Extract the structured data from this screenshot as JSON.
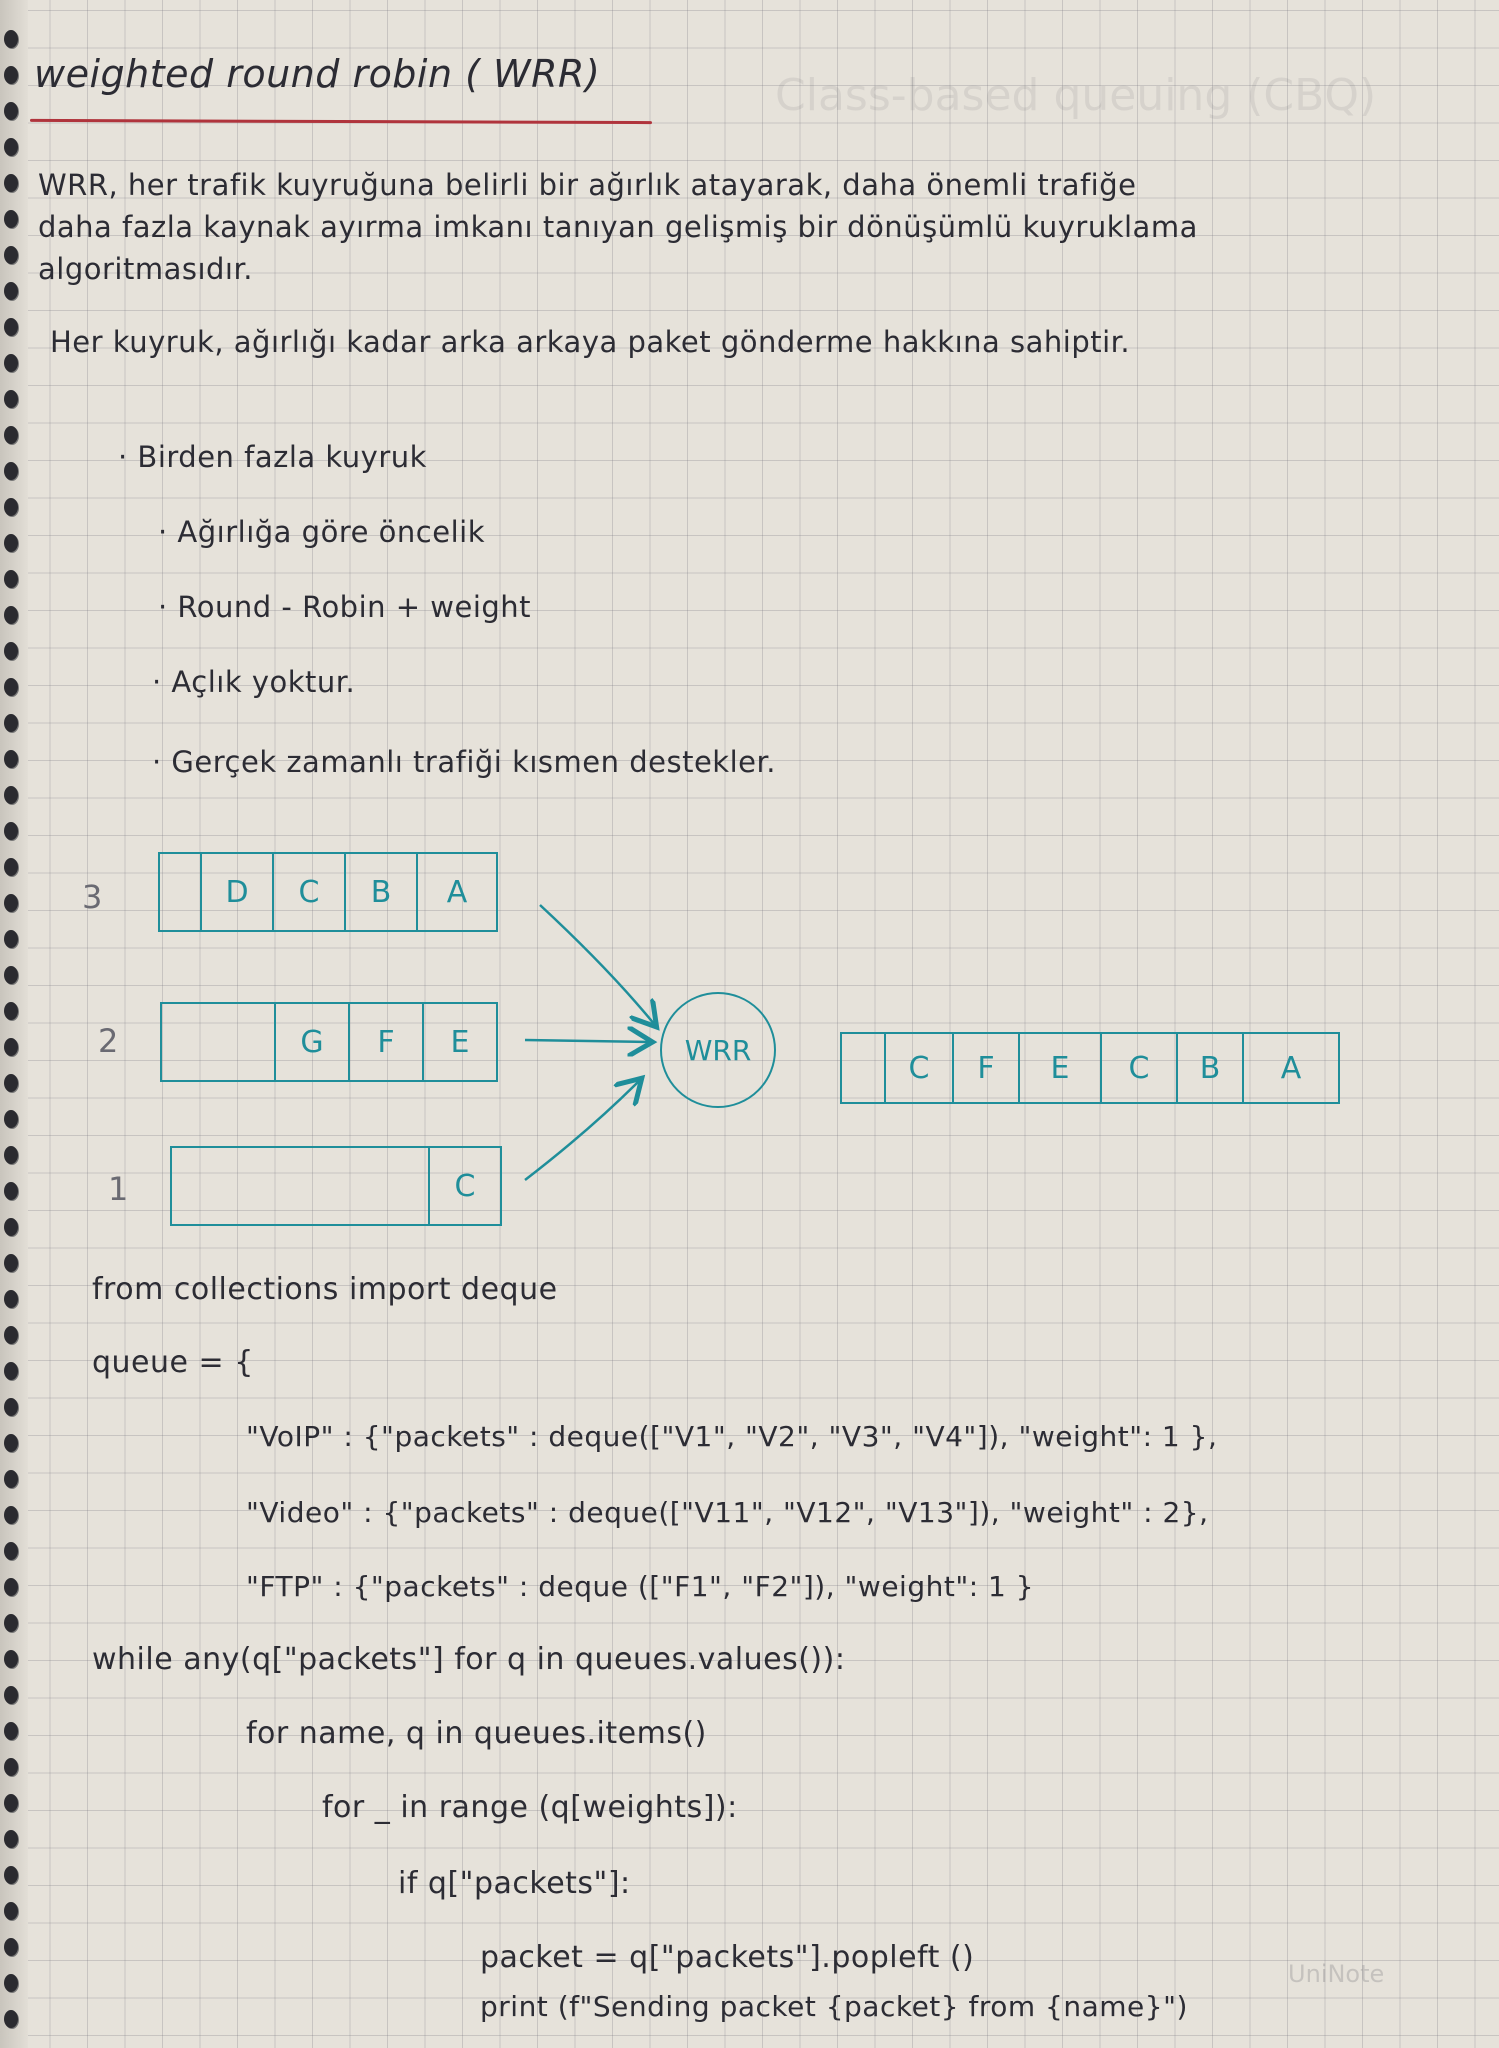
{
  "title": "weighted round robin ( WRR)",
  "ghost_heading": "Class-based queuing (CBQ)",
  "paragraph": {
    "line1": "WRR, her trafik kuyruğuna belirli bir ağırlık atayarak, daha önemli trafiğe",
    "line2": "daha fazla kaynak ayırma imkanı tanıyan gelişmiş bir dönüşümlü kuyruklama",
    "line3": "algoritmasıdır."
  },
  "rule_line": "Her kuyruk, ağırlığı kadar arka arkaya paket gönderme hakkına sahiptir.",
  "bullets": [
    "· Birden fazla kuyruk",
    "· Ağırlığa göre öncelik",
    "· Round - Robin + weight",
    "· Açlık yoktur.",
    "· Gerçek zamanlı trafiği kısmen destekler."
  ],
  "diagram": {
    "queues": [
      {
        "label": "3",
        "cells": [
          "",
          "D",
          "C",
          "B",
          "A"
        ]
      },
      {
        "label": "2",
        "cells": [
          "",
          "G",
          "F",
          "E"
        ]
      },
      {
        "label": "1",
        "cells": [
          "",
          "C"
        ]
      }
    ],
    "scheduler": "WRR",
    "output": [
      "",
      "C",
      "F",
      "E",
      "C",
      "B",
      "A"
    ]
  },
  "code": {
    "l1": "from collections import deque",
    "l2": "queue = {",
    "l3": "\"VoIP\" : {\"packets\" : deque([\"V1\", \"V2\", \"V3\", \"V4\"]), \"weight\": 1 },",
    "l4": "\"Video\" : {\"packets\" : deque([\"V11\", \"V12\", \"V13\"]), \"weight\" : 2},",
    "l5": "\"FTP\" : {\"packets\" : deque ([\"F1\", \"F2\"]), \"weight\": 1 }",
    "l6": "while any(q[\"packets\"] for q in queues.values()):",
    "l7": "for name, q in queues.items()",
    "l8": "for _ in range (q[weights]):",
    "l9": "if q[\"packets\"]:",
    "l10": "packet = q[\"packets\"].popleft ()",
    "l11": "print (f\"Sending packet {packet} from {name}\")"
  },
  "watermark": "UniNote",
  "colors": {
    "ink": "#2c2c34",
    "teal": "#1f8e9a",
    "title_rule": "#b0343c",
    "paper": "#e6e2da"
  }
}
